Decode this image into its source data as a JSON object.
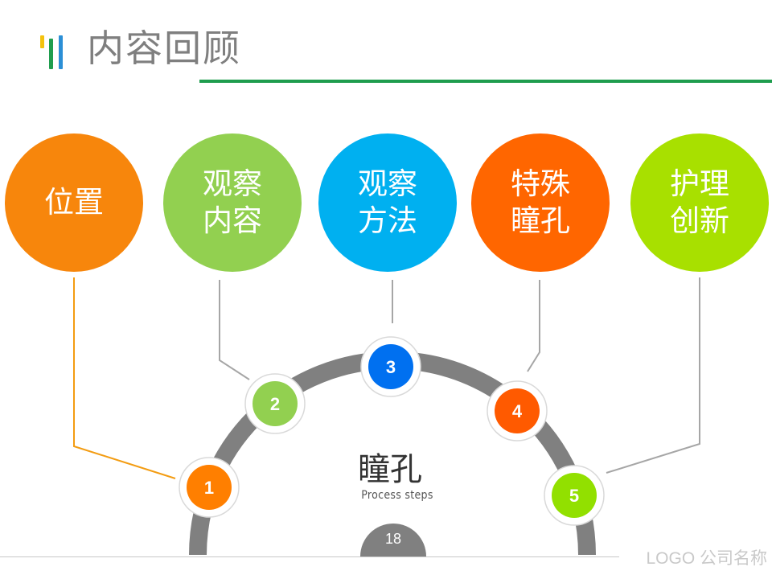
{
  "header": {
    "title": "内容回顾"
  },
  "colors": {
    "bar_yellow": "#f4c20d",
    "bar_green": "#1f9d4e",
    "bar_blue": "#2b8fd6",
    "arc": "#808080",
    "connector_orange": "#f39c12",
    "connector_gray": "#a6a6a6",
    "title_rule": "#1f9d4e"
  },
  "topics": [
    {
      "label": "位置",
      "color": "#f7860c"
    },
    {
      "label": "观察\n内容",
      "color": "#92d050"
    },
    {
      "label": "观察\n方法",
      "color": "#00b0f0"
    },
    {
      "label": "特殊\n瞳孔",
      "color": "#ff6600"
    },
    {
      "label": "护理\n创新",
      "color": "#a8e000"
    }
  ],
  "steps": [
    {
      "number": "1",
      "color": "#ff7f00"
    },
    {
      "number": "2",
      "color": "#92d050"
    },
    {
      "number": "3",
      "color": "#0070f0"
    },
    {
      "number": "4",
      "color": "#ff5a00"
    },
    {
      "number": "5",
      "color": "#92e000"
    }
  ],
  "center": {
    "title": "瞳孔",
    "subtitle": "Process steps"
  },
  "footer": {
    "page_number": "18",
    "company": "LOGO 公司名称"
  }
}
